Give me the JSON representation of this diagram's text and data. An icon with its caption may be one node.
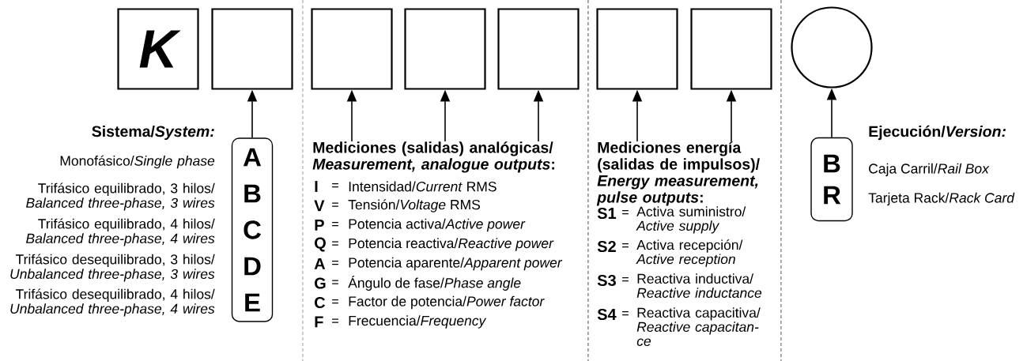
{
  "diagram": {
    "nodes": [
      {
        "text": [
          "K"
        ]
      },
      {
        "text": [],
        "shape": "box"
      },
      {
        "text": [],
        "shape": "box"
      },
      {
        "text": [],
        "shape": "box"
      },
      {
        "text": [],
        "shape": "box"
      },
      {
        "text": [],
        "shape": "box"
      },
      {
        "text": [],
        "shape": "box"
      },
      {
        "text": [],
        "shape": "circle"
      },
      {
        "text": [
          "A",
          "B",
          "C",
          "D",
          "E"
        ]
      },
      {
        "text": [
          "Mediciones (salidas) analógicas/ *Measurement, analogue outputs*:"
        ]
      },
      {
        "text": [
          "Mediciones energía (salidas de impulsos)/ *Energy measurement, pulse outputs*:"
        ]
      },
      {
        "text": [
          "B",
          "R"
        ]
      }
    ],
    "edges": [
      {
        "from": 8,
        "to": 1,
        "arrow": "to"
      },
      {
        "from": 9,
        "to": 2,
        "arrow": "to"
      },
      {
        "from": 9,
        "to": 3,
        "arrow": "to"
      },
      {
        "from": 9,
        "to": 4,
        "arrow": "to"
      },
      {
        "from": 10,
        "to": 5,
        "arrow": "to"
      },
      {
        "from": 10,
        "to": 6,
        "arrow": "to"
      },
      {
        "from": 11,
        "to": 7,
        "arrow": "to"
      }
    ],
    "labels": [
      "Sistema/*System:*",
      "Monofásico/*Single phase*",
      "Trifásico equilibrado, 3 hilos/ *Balanced three-phase, 3 wires*",
      "Trifásico equilibrado, 4 hilos/ *Balanced three-phase, 4 wires*",
      "Trifásico desequilibrado, 3 hilos/ *Unbalanced three-phase, 3 wires*",
      "Trifásico desequilibrado, 4 hilos/ *Unbalanced three-phase, 4 wires*",
      "I",
      "=",
      "Intensidad/*Current* RMS",
      "V",
      "=",
      "Tensión/*Voltage* RMS",
      "P",
      "=",
      "Potencia activa/*Active power*",
      "Q",
      "=",
      "Potencia reactiva/*Reactive power*",
      "A",
      "=",
      "Potencia aparente/*Apparent power*",
      "G",
      "=",
      "Ángulo de fase/*Phase angle*",
      "C",
      "=",
      "Factor de potencia/*Power factor*",
      "F",
      "=",
      "Frecuencia/*Frequency*",
      "S1",
      "=",
      "Activa suministro/ *Active supply*",
      "S2",
      "=",
      "Activa recepción/ *Active reception*",
      "S3",
      "=",
      "Reactiva inductiva/ *Reactive inductance*",
      "S4",
      "=",
      "Reactiva capacitiva/ *Reactive capacitan- ce*",
      "Ejecución/*Version:*",
      "Caja Carril/*Rail Box*",
      "Tarjeta Rack/*Rack Card*"
    ]
  }
}
